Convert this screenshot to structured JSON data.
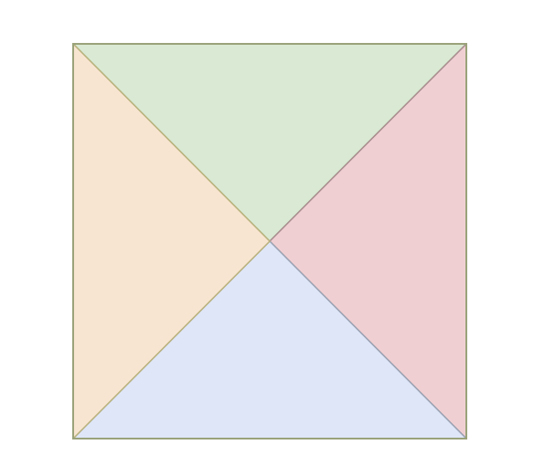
{
  "diagram": {
    "shape": "square divided by both diagonals into four triangles",
    "triangles": [
      {
        "id": "top",
        "fill": "#d9e9d3",
        "stroke": "#9cb07e"
      },
      {
        "id": "right",
        "fill": "#f0cfd3",
        "stroke": "#a98d8f"
      },
      {
        "id": "bottom",
        "fill": "#dfe6f8",
        "stroke": "#9aa3b3"
      },
      {
        "id": "left",
        "fill": "#f8e5d1",
        "stroke": "#b9b27c"
      }
    ],
    "border_color": "#9aa27a"
  }
}
